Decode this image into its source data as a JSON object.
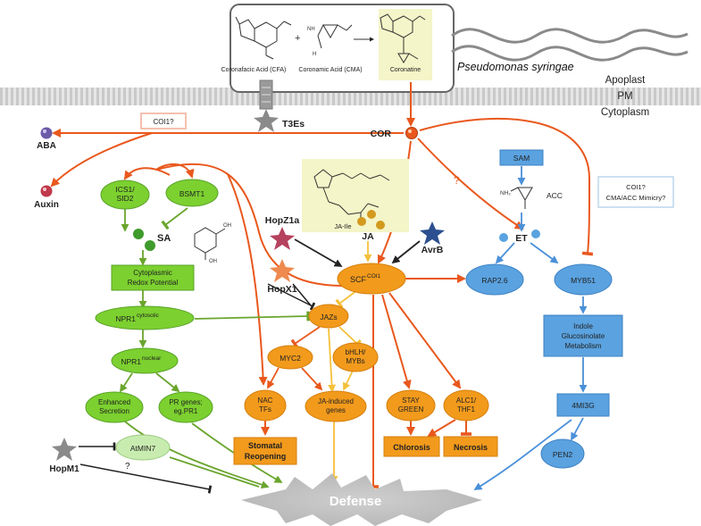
{
  "colors": {
    "orange": "#e9581d",
    "green": "#6aa52d",
    "green_fill": "#7cd02f",
    "blue": "#4a90d9",
    "blue_fill": "#5aa2e0",
    "yellow": "#f5c13a",
    "orange_fill": "#f29a1c",
    "gray": "#888888",
    "black": "#222222"
  },
  "top": {
    "cfa_label": "Coronafacic Acid (CFA)",
    "cma_label": "Coronamic Acid (CMA)",
    "coronatine_label": "Coronatine",
    "plus": "+",
    "organism": "Pseudomonas syringae"
  },
  "compartments": {
    "apoplast": "Apoplast",
    "pm": "PM",
    "cytoplasm": "Cytoplasm"
  },
  "nodes": {
    "t3es": "T3Es",
    "cor": "COR",
    "coi1_q": "COI1?",
    "aba": "ABA",
    "auxin": "Auxin",
    "ics1": [
      "ICS1/",
      "SID2"
    ],
    "bsmt1": "BSMT1",
    "sa": "SA",
    "redox": [
      "Cytoplasmic",
      "Redox Potential"
    ],
    "npr1_cyt": "NPR1",
    "npr1_cyt_sup": "cytosolic",
    "npr1_nuc": "NPR1",
    "npr1_nuc_sup": "nuclear",
    "enhanced": [
      "Enhanced",
      "Secretion"
    ],
    "pr_genes": [
      "PR genes;",
      "eg.PR1"
    ],
    "atmin7": "AtMIN7",
    "hopm1": "HopM1",
    "hopm1_q": "?",
    "ja_ile": "JA-Ile",
    "ja": "JA",
    "hopz1a": "HopZ1a",
    "hopx1": "HopX1",
    "avrb": "AvrB",
    "scf": "SCF",
    "scf_sup": "COI1",
    "jazs": "JAZs",
    "myc2": "MYC2",
    "bhlh": [
      "bHLH/",
      "MYBs"
    ],
    "nac": [
      "NAC",
      "TFs"
    ],
    "ja_genes": [
      "JA-induced",
      "genes"
    ],
    "stomatal": [
      "Stomatal",
      "Reopening"
    ],
    "stay_green": [
      "STAY",
      "GREEN"
    ],
    "alc1": [
      "ALC1/",
      "THF1"
    ],
    "chlorosis": "Chlorosis",
    "necrosis": "Necrosis",
    "defense": "Defense",
    "sam": "SAM",
    "acc": "ACC",
    "et": "ET",
    "et_q": "?",
    "mimicry": [
      "COI1?",
      "CMA/ACC Mimicry?"
    ],
    "rap26": "RAP2.6",
    "myb51": "MYB51",
    "indole": [
      "Indole",
      "Glucosinolate",
      "Metabolism"
    ],
    "m4i3g": "4MI3G",
    "pen2": "PEN2"
  }
}
